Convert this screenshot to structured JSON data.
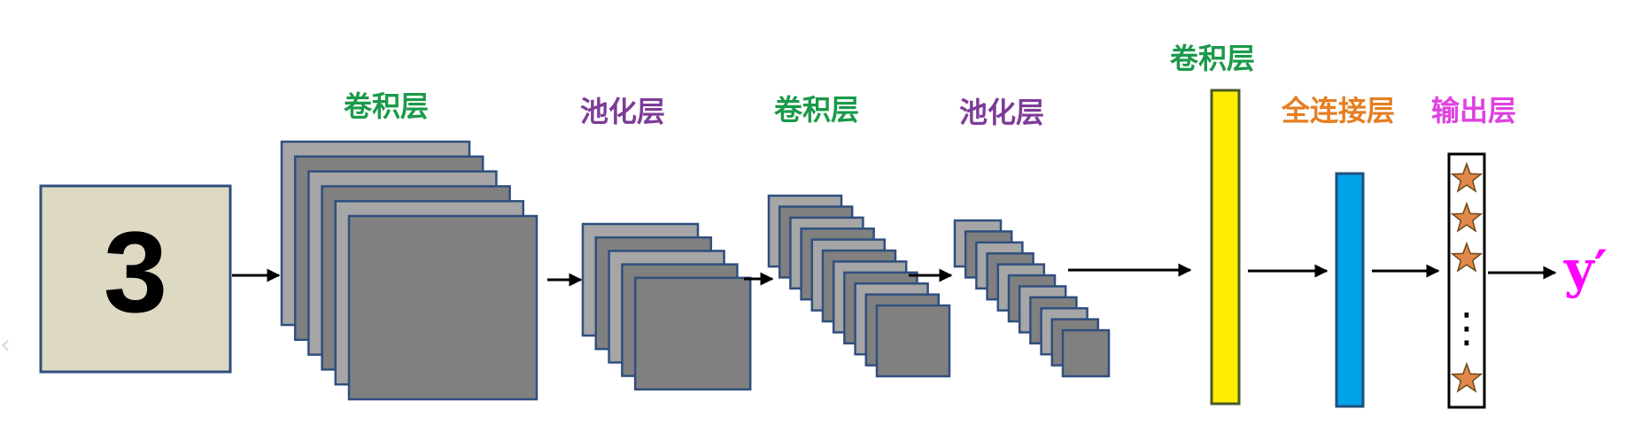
{
  "input": {
    "label": "3"
  },
  "labels": {
    "conv1": "卷积层",
    "pool1": "池化层",
    "conv2": "卷积层",
    "pool2": "池化层",
    "conv3": "卷积层",
    "fc": "全连接层",
    "output": "输出层",
    "result": "y′"
  },
  "output_layer": {
    "ellipsis": "⋮"
  },
  "nav": {
    "prev_glyph": "‹"
  },
  "colors": {
    "conv_label": "#1a9a4a",
    "pool_label": "#7d3c98",
    "fc_label": "#e67e22",
    "output_label": "#e040e0",
    "result": "#ff00ff",
    "feature_map_fill": "#808080",
    "feature_map_back": "#a6a6a6",
    "feature_map_border": "#2f4f7f",
    "input_fill": "#ddd9c3",
    "conv3_bar": "#ffee00",
    "fc_bar": "#00a2e8",
    "star": "#e0894a"
  }
}
